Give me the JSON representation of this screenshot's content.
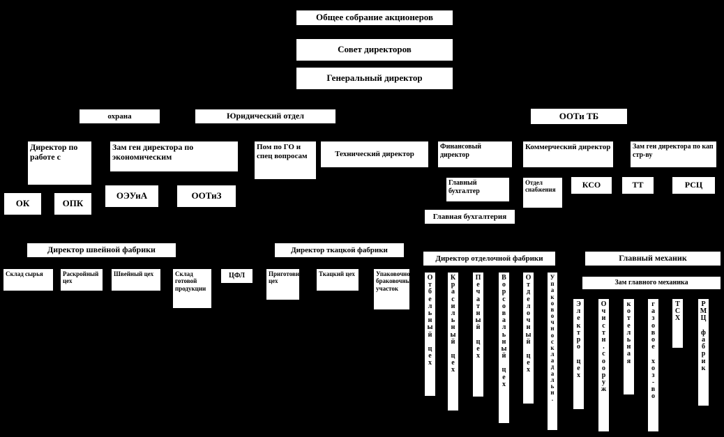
{
  "diagram": {
    "title_top": "Общее собрание акционеров",
    "background_color": "#000000",
    "node_fill_color": "#ffffff",
    "node_text_color": "#000000"
  },
  "nodes": {
    "shareholders_meeting": "Общее собрание акционеров",
    "board_of_directors": "Совет директоров",
    "general_director": "Генеральный директор",
    "security": "охрана",
    "legal_department": "Юридический отдел",
    "oot_tb": "ООТи ТБ",
    "director_relations": "Директор по работе с",
    "deputy_economics": "Зам ген директора по экономическим",
    "ok": "ОК",
    "opk": "ОПК",
    "oeuia": "ОЭУиА",
    "ootiz": "ООТиЗ",
    "assistant_go": "Пом по ГО и спец вопросам",
    "technical_director": "Технический директор",
    "financial_director": "Финансовый директор",
    "chief_accountant": "Главный бухгалтер",
    "main_accounting": "Главная бухгалтерия",
    "commercial_director": "Коммерческий директор",
    "supply_department": "Отдел снабжения",
    "kso": "КСО",
    "tt": "ТТ",
    "rsc": "РСЦ",
    "deputy_capital_construction": "Зам ген директора по кап стр-ву",
    "director_sewing_factory": "Директор швейной фабрики",
    "raw_material_warehouse": "Склад сырья",
    "cutting_shop": "Раскройный цех",
    "sewing_shop": "Швейный цех",
    "finished_goods_warehouse": "Склад готовой продукции",
    "cfl": "ЦФЛ",
    "director_weaving_factory": "Директор ткацкой фабрики",
    "preparation_shop": "Приготовительный цех",
    "weaving_shop": "Ткацкий цех",
    "packing_inspection_section": "Упаковочно-браковочный участок",
    "director_finishing_factory": "Директор отделочной фабрики",
    "bleaching_shop": "Отбельный цех",
    "dyeing_shop": "Красильный цех",
    "printing_shop": "Печатный цех",
    "napping_shop": "Ворсовальный цех",
    "finishing_shop": "Отделочный цех",
    "packing_warehouse": "Упаковочноскладальн.",
    "chief_mechanic": "Главный механик",
    "deputy_chief_mechanic": "Зам главного механика",
    "electro_shop": "Электро цех",
    "treatment_facilities": "Очистн.сооруж",
    "boiler_house": "котельная",
    "gas_facilities": "газовое хоз-во",
    "tsh": "ТСХ",
    "rmc_factories": "РМЦ фабрик"
  }
}
